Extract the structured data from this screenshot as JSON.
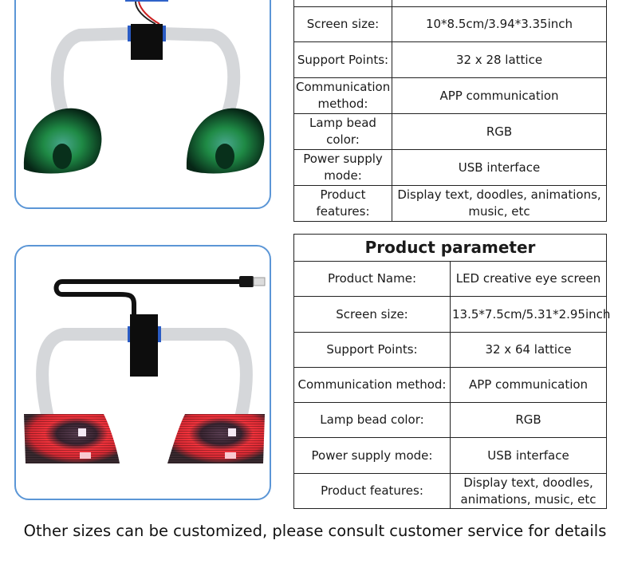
{
  "product1": {
    "image_alt": "Green LED round eye screens with controller and ribbon cables",
    "eye_color": "#2ecc71",
    "specs": [
      {
        "label": "",
        "value": ""
      },
      {
        "label": "Screen size:",
        "value": "10*8.5cm/3.94*3.35inch"
      },
      {
        "label": "Support Points:",
        "value": "32 x 28 lattice"
      },
      {
        "label": "Communication method:",
        "value": "APP communication"
      },
      {
        "label": "Lamp bead color:",
        "value": "RGB"
      },
      {
        "label": "Power supply mode:",
        "value": "USB interface"
      },
      {
        "label": "Product features:",
        "value": "Display text, doodles, animations, music, etc"
      }
    ]
  },
  "product2": {
    "image_alt": "Red LED angled eye screens with controller, USB cable and ribbon cables",
    "eye_color": "#e8323c",
    "title": "Product parameter",
    "specs": [
      {
        "label": "Product Name:",
        "value": "LED creative eye screen"
      },
      {
        "label": "Screen size:",
        "value": "13.5*7.5cm/5.31*2.95inch"
      },
      {
        "label": "Support Points:",
        "value": "32 x 64 lattice"
      },
      {
        "label": "Communication method:",
        "value": "APP communication"
      },
      {
        "label": "Lamp bead color:",
        "value": "RGB"
      },
      {
        "label": "Power supply mode:",
        "value": "USB interface"
      },
      {
        "label": "Product features:",
        "value": "Display text, doodles, animations, music, etc"
      }
    ]
  },
  "footer": {
    "note": "Other sizes can be customized, please consult customer service for details"
  },
  "colors": {
    "frame_border": "#5b96d6",
    "table_border": "#222222"
  }
}
